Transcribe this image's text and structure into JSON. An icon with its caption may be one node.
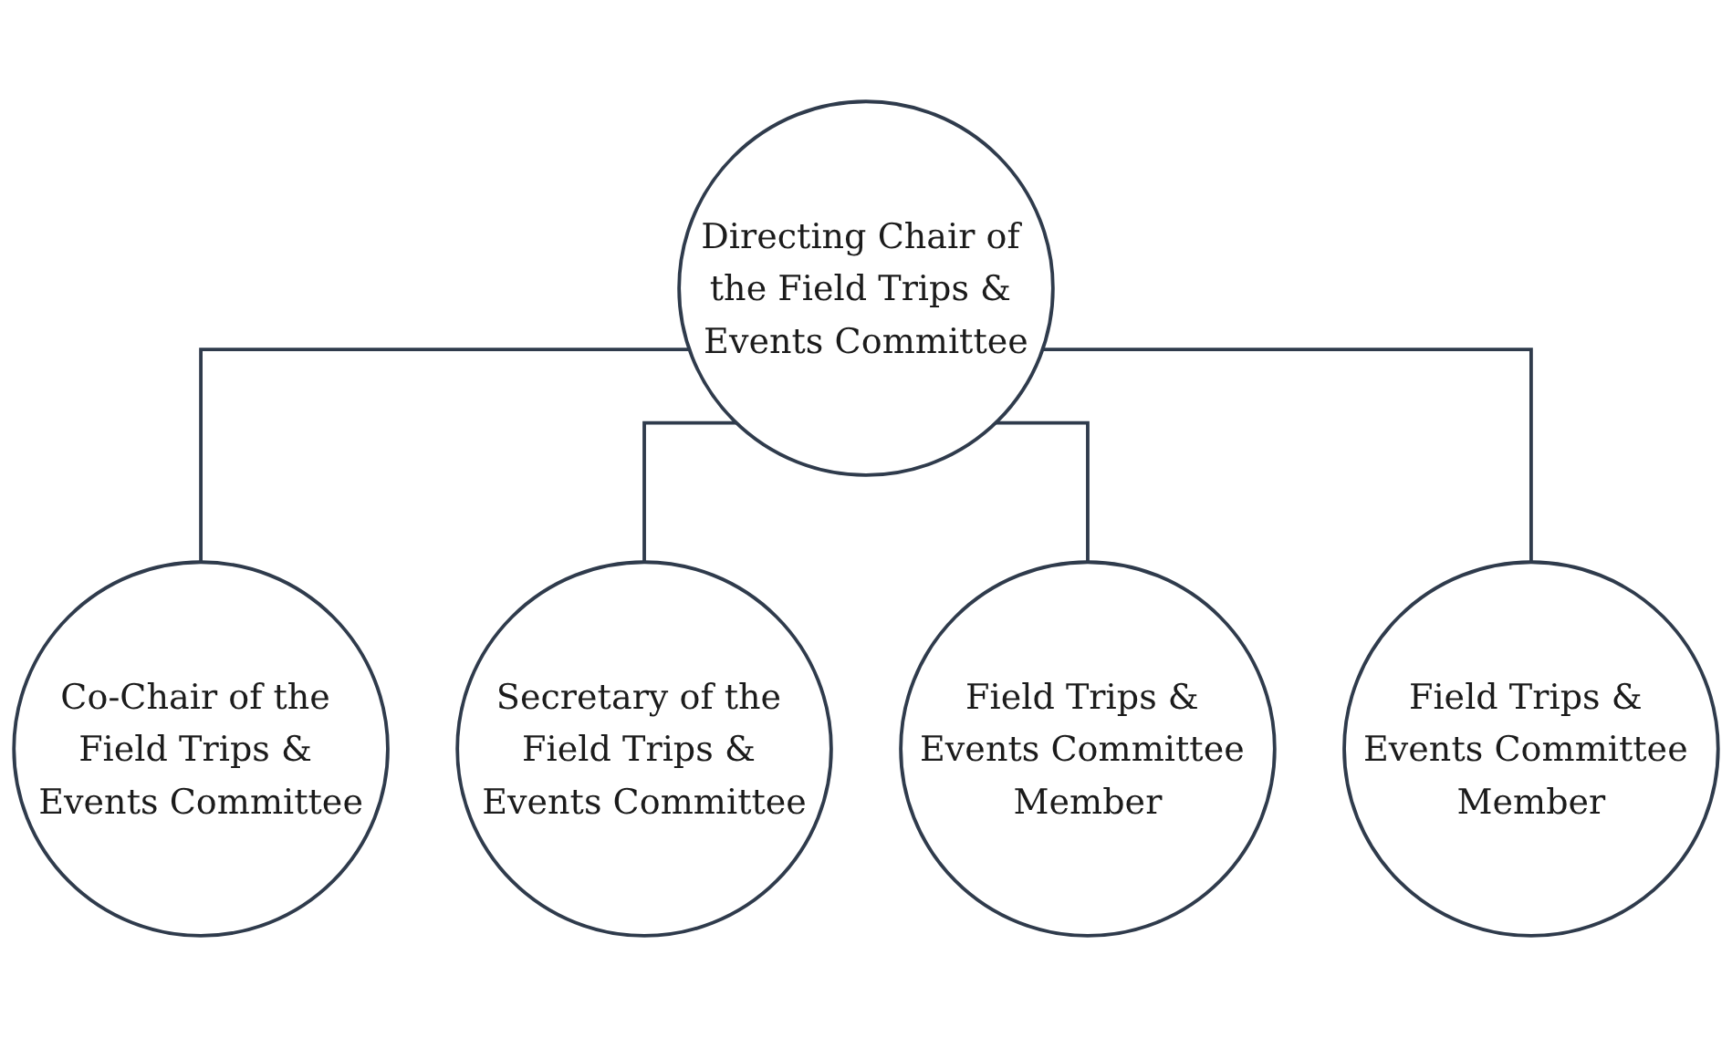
{
  "diagram": {
    "nodes": [
      {
        "text": [
          "Directing Chair of the Field Trips & Events Committee"
        ]
      },
      {
        "text": [
          "Co-Chair of the Field Trips & Events Committee"
        ]
      },
      {
        "text": [
          "Secretary of the Field Trips & Events Committee"
        ]
      },
      {
        "text": [
          "Field Trips & Events Committee Member"
        ]
      },
      {
        "text": [
          "Field Trips & Events Committee Member"
        ]
      }
    ],
    "edges": [
      {
        "from": 0,
        "to": 1,
        "arrow": "none"
      },
      {
        "from": 0,
        "to": 2,
        "arrow": "none"
      },
      {
        "from": 0,
        "to": 3,
        "arrow": "none"
      },
      {
        "from": 0,
        "to": 4,
        "arrow": "none"
      }
    ]
  }
}
